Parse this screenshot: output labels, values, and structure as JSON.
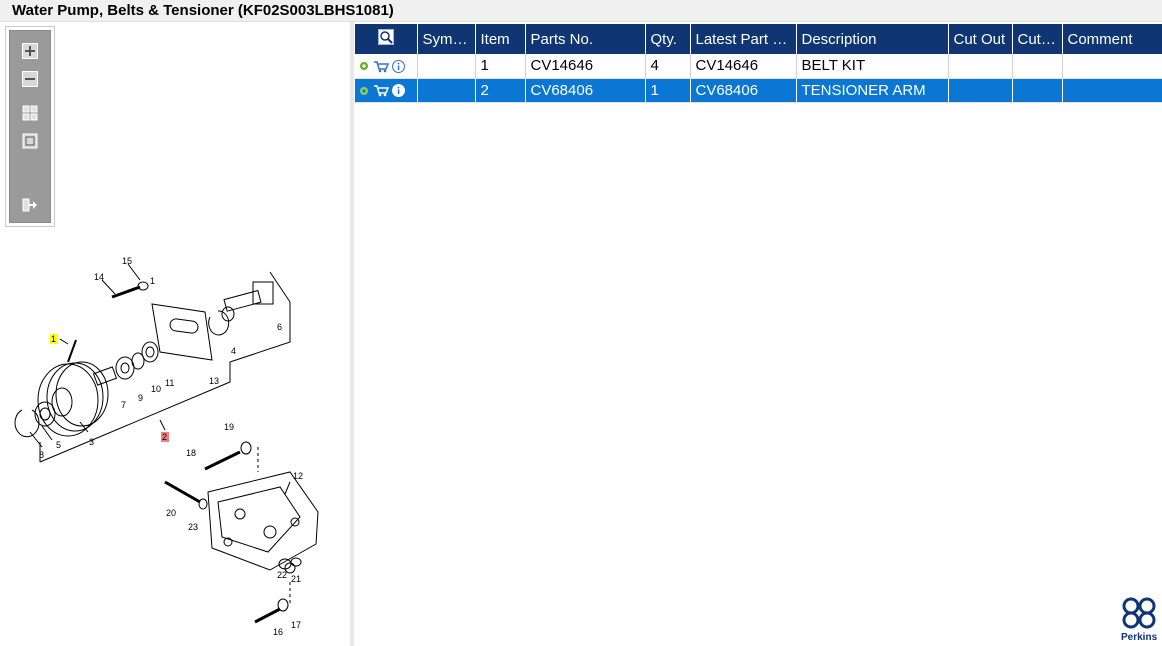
{
  "window": {
    "title": "Water Pump, Belts & Tensioner (KF02S003LBHS1081)"
  },
  "zoom_toolbar": {
    "buttons": [
      "zoom-in",
      "zoom-out",
      "fit-all",
      "fit-window",
      "export"
    ]
  },
  "drawing": {
    "callouts": [
      "14",
      "15",
      "1",
      "6",
      "4",
      "13",
      "1",
      "11",
      "10",
      "9",
      "7",
      "3",
      "5",
      "8",
      "2",
      "19",
      "18",
      "12",
      "20",
      "23",
      "22",
      "21",
      "17",
      "16"
    ]
  },
  "grid": {
    "columns": [
      "",
      "Symb...",
      "Item",
      "Parts No.",
      "Qty.",
      "Latest Part No.",
      "Description",
      "Cut Out",
      "Cut In",
      "Comment"
    ],
    "rows": [
      {
        "symbol": "",
        "item": "1",
        "part_no": "CV14646",
        "qty": "4",
        "latest_part_no": "CV14646",
        "description": "BELT KIT",
        "cut_out": "",
        "cut_in": "",
        "comment": "",
        "selected": false
      },
      {
        "symbol": "",
        "item": "2",
        "part_no": "CV68406",
        "qty": "1",
        "latest_part_no": "CV68406",
        "description": "TENSIONER ARM",
        "cut_out": "",
        "cut_in": "",
        "comment": "",
        "selected": true
      }
    ]
  },
  "brand": {
    "name": "Perkins",
    "color": "#0f3572"
  },
  "colors": {
    "header": "#0f3572",
    "selected_row": "#0a77d5",
    "callout_item1": "#ffff00",
    "callout_item2": "#f08080"
  }
}
